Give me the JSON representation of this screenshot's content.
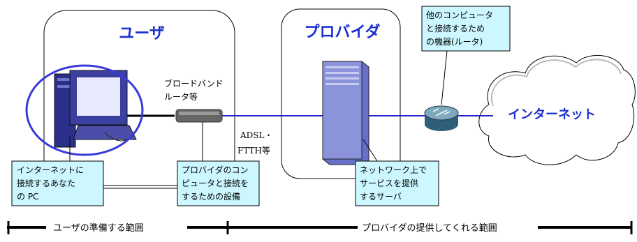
{
  "zones": {
    "user_title": "ユーザ",
    "provider_title": "プロバイダ",
    "internet_title": "インターネット"
  },
  "labels": {
    "router_label_line1": "ブロードバンド",
    "router_label_line2": "ルータ等",
    "link_label_line1": "ADSL・",
    "link_label_line2": "FTTH等"
  },
  "callouts": {
    "pc": [
      "インターネットに",
      "接続するあなた",
      "の PC"
    ],
    "router": [
      "プロバイダのコン",
      "ピュータと接続を",
      "するための設備"
    ],
    "server": [
      "ネットワーク上で",
      "サービスを提供",
      "するサーバ"
    ],
    "isp_router": [
      "他のコンピュータ",
      "と接続するため",
      "の機器(ルータ)"
    ]
  },
  "scope": {
    "user_scope": "ユーザの準備する範囲",
    "provider_scope": "プロバイダの提供してくれる範囲"
  },
  "colors": {
    "accent_blue": "#1a2fd0",
    "callout_fill": "#ccf7ff",
    "ellipse_stroke": "#3a3ad8"
  }
}
